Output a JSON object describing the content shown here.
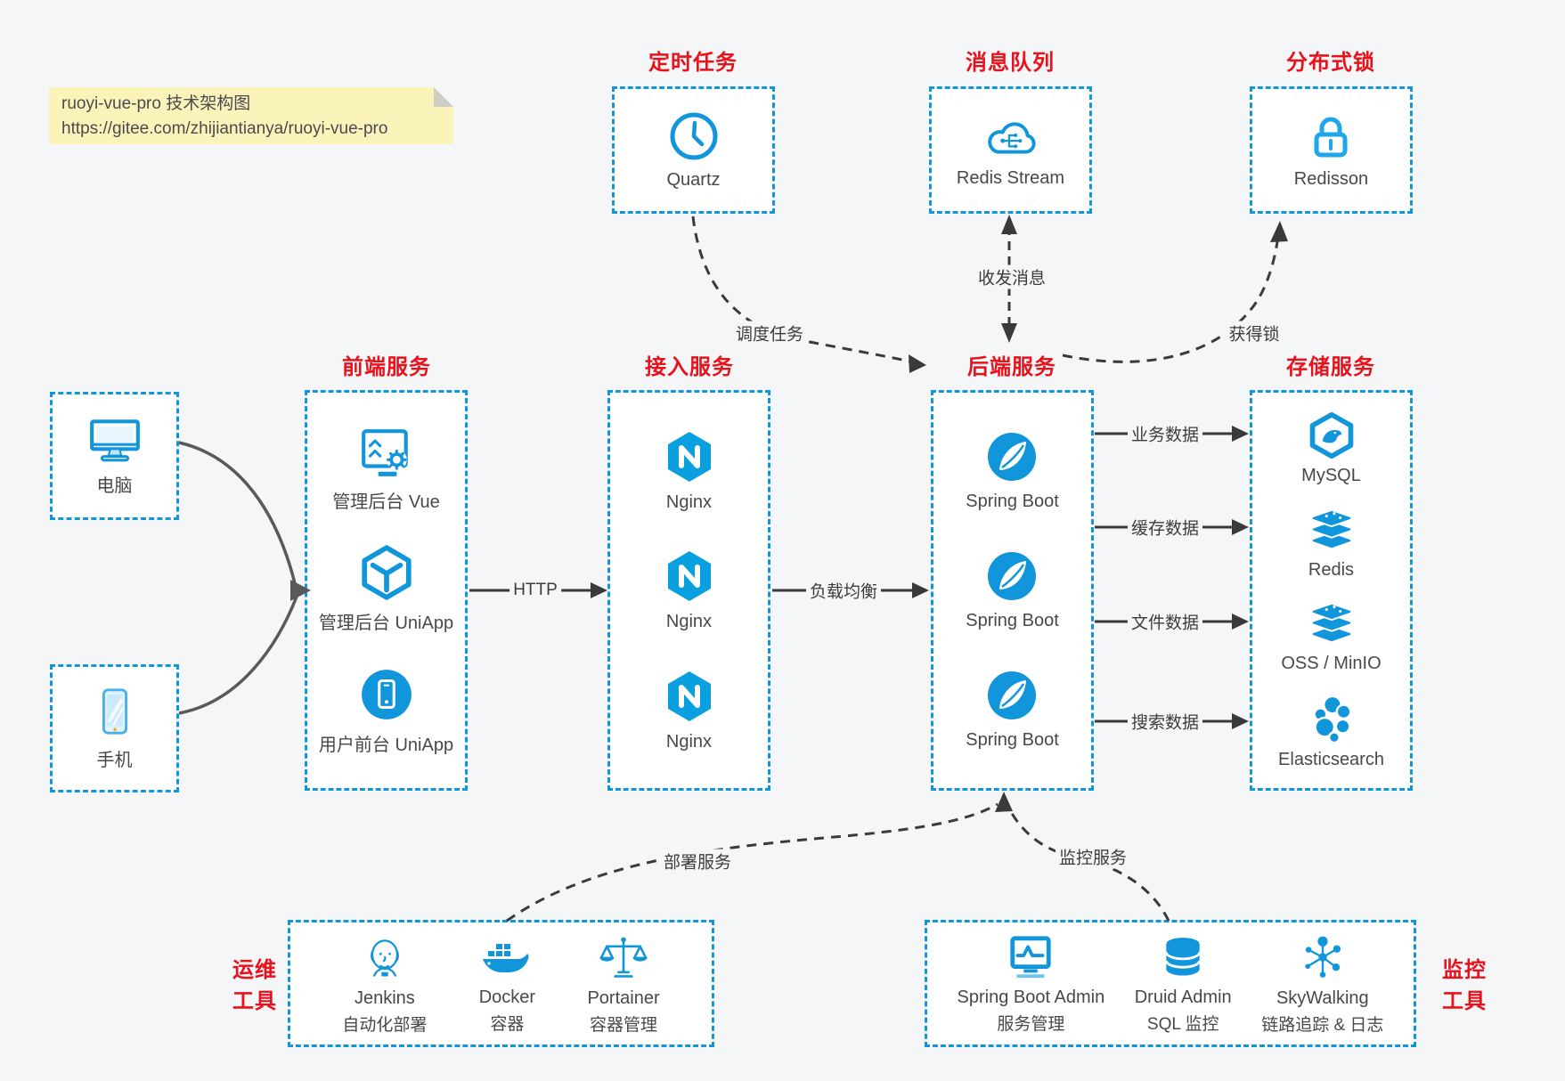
{
  "note": {
    "line1": "ruoyi-vue-pro 技术架构图",
    "line2": "https://gitee.com/zhijiantianya/ruoyi-vue-pro"
  },
  "colors": {
    "accent_blue": "#1296db",
    "title_red": "#e8121c",
    "note_bg": "#faf3ba",
    "canvas_bg": "#f5f6f7",
    "arrow_dark": "#3a3a3d",
    "connector_gray": "#58595b"
  },
  "groups": {
    "scheduled": {
      "title": "定时任务",
      "items": [
        {
          "icon": "clock-icon",
          "label": "Quartz"
        }
      ]
    },
    "message_queue": {
      "title": "消息队列",
      "items": [
        {
          "icon": "cloud-network-icon",
          "label": "Redis Stream"
        }
      ]
    },
    "distributed_lock": {
      "title": "分布式锁",
      "items": [
        {
          "icon": "lock-icon",
          "label": "Redisson"
        }
      ]
    },
    "clients": {
      "items": [
        {
          "icon": "desktop-icon",
          "label": "电脑"
        },
        {
          "icon": "smartphone-icon",
          "label": "手机"
        }
      ]
    },
    "frontend": {
      "title": "前端服务",
      "items": [
        {
          "icon": "admin-vue-icon",
          "label": "管理后台 Vue"
        },
        {
          "icon": "uniapp-cube-icon",
          "label": "管理后台 UniApp"
        },
        {
          "icon": "mobile-app-icon",
          "label": "用户前台 UniApp"
        }
      ]
    },
    "gateway": {
      "title": "接入服务",
      "items": [
        {
          "icon": "nginx-icon",
          "label": "Nginx"
        },
        {
          "icon": "nginx-icon",
          "label": "Nginx"
        },
        {
          "icon": "nginx-icon",
          "label": "Nginx"
        }
      ]
    },
    "backend": {
      "title": "后端服务",
      "items": [
        {
          "icon": "spring-boot-icon",
          "label": "Spring Boot"
        },
        {
          "icon": "spring-boot-icon",
          "label": "Spring Boot"
        },
        {
          "icon": "spring-boot-icon",
          "label": "Spring Boot"
        }
      ]
    },
    "storage": {
      "title": "存储服务",
      "items": [
        {
          "icon": "mysql-icon",
          "label": "MySQL"
        },
        {
          "icon": "redis-icon",
          "label": "Redis"
        },
        {
          "icon": "object-storage-icon",
          "label": "OSS / MinIO"
        },
        {
          "icon": "elasticsearch-icon",
          "label": "Elasticsearch"
        }
      ]
    },
    "devops": {
      "title_lines": [
        "运维",
        "工具"
      ],
      "items": [
        {
          "icon": "jenkins-icon",
          "label": "Jenkins",
          "sublabel": "自动化部署"
        },
        {
          "icon": "docker-icon",
          "label": "Docker",
          "sublabel": "容器"
        },
        {
          "icon": "portainer-icon",
          "label": "Portainer",
          "sublabel": "容器管理"
        }
      ]
    },
    "monitoring": {
      "title_lines": [
        "监控",
        "工具"
      ],
      "items": [
        {
          "icon": "spring-boot-admin-icon",
          "label": "Spring Boot Admin",
          "sublabel": "服务管理"
        },
        {
          "icon": "druid-icon",
          "label": "Druid Admin",
          "sublabel": "SQL 监控"
        },
        {
          "icon": "skywalking-icon",
          "label": "SkyWalking",
          "sublabel": "链路追踪 & 日志"
        }
      ]
    }
  },
  "edges": {
    "http": "HTTP",
    "load_balance": "负载均衡",
    "schedule_job": "调度任务",
    "send_receive_message": "收发消息",
    "acquire_lock": "获得锁",
    "business_data": "业务数据",
    "cache_data": "缓存数据",
    "file_data": "文件数据",
    "search_data": "搜索数据",
    "deploy_service": "部署服务",
    "monitor_service": "监控服务"
  }
}
